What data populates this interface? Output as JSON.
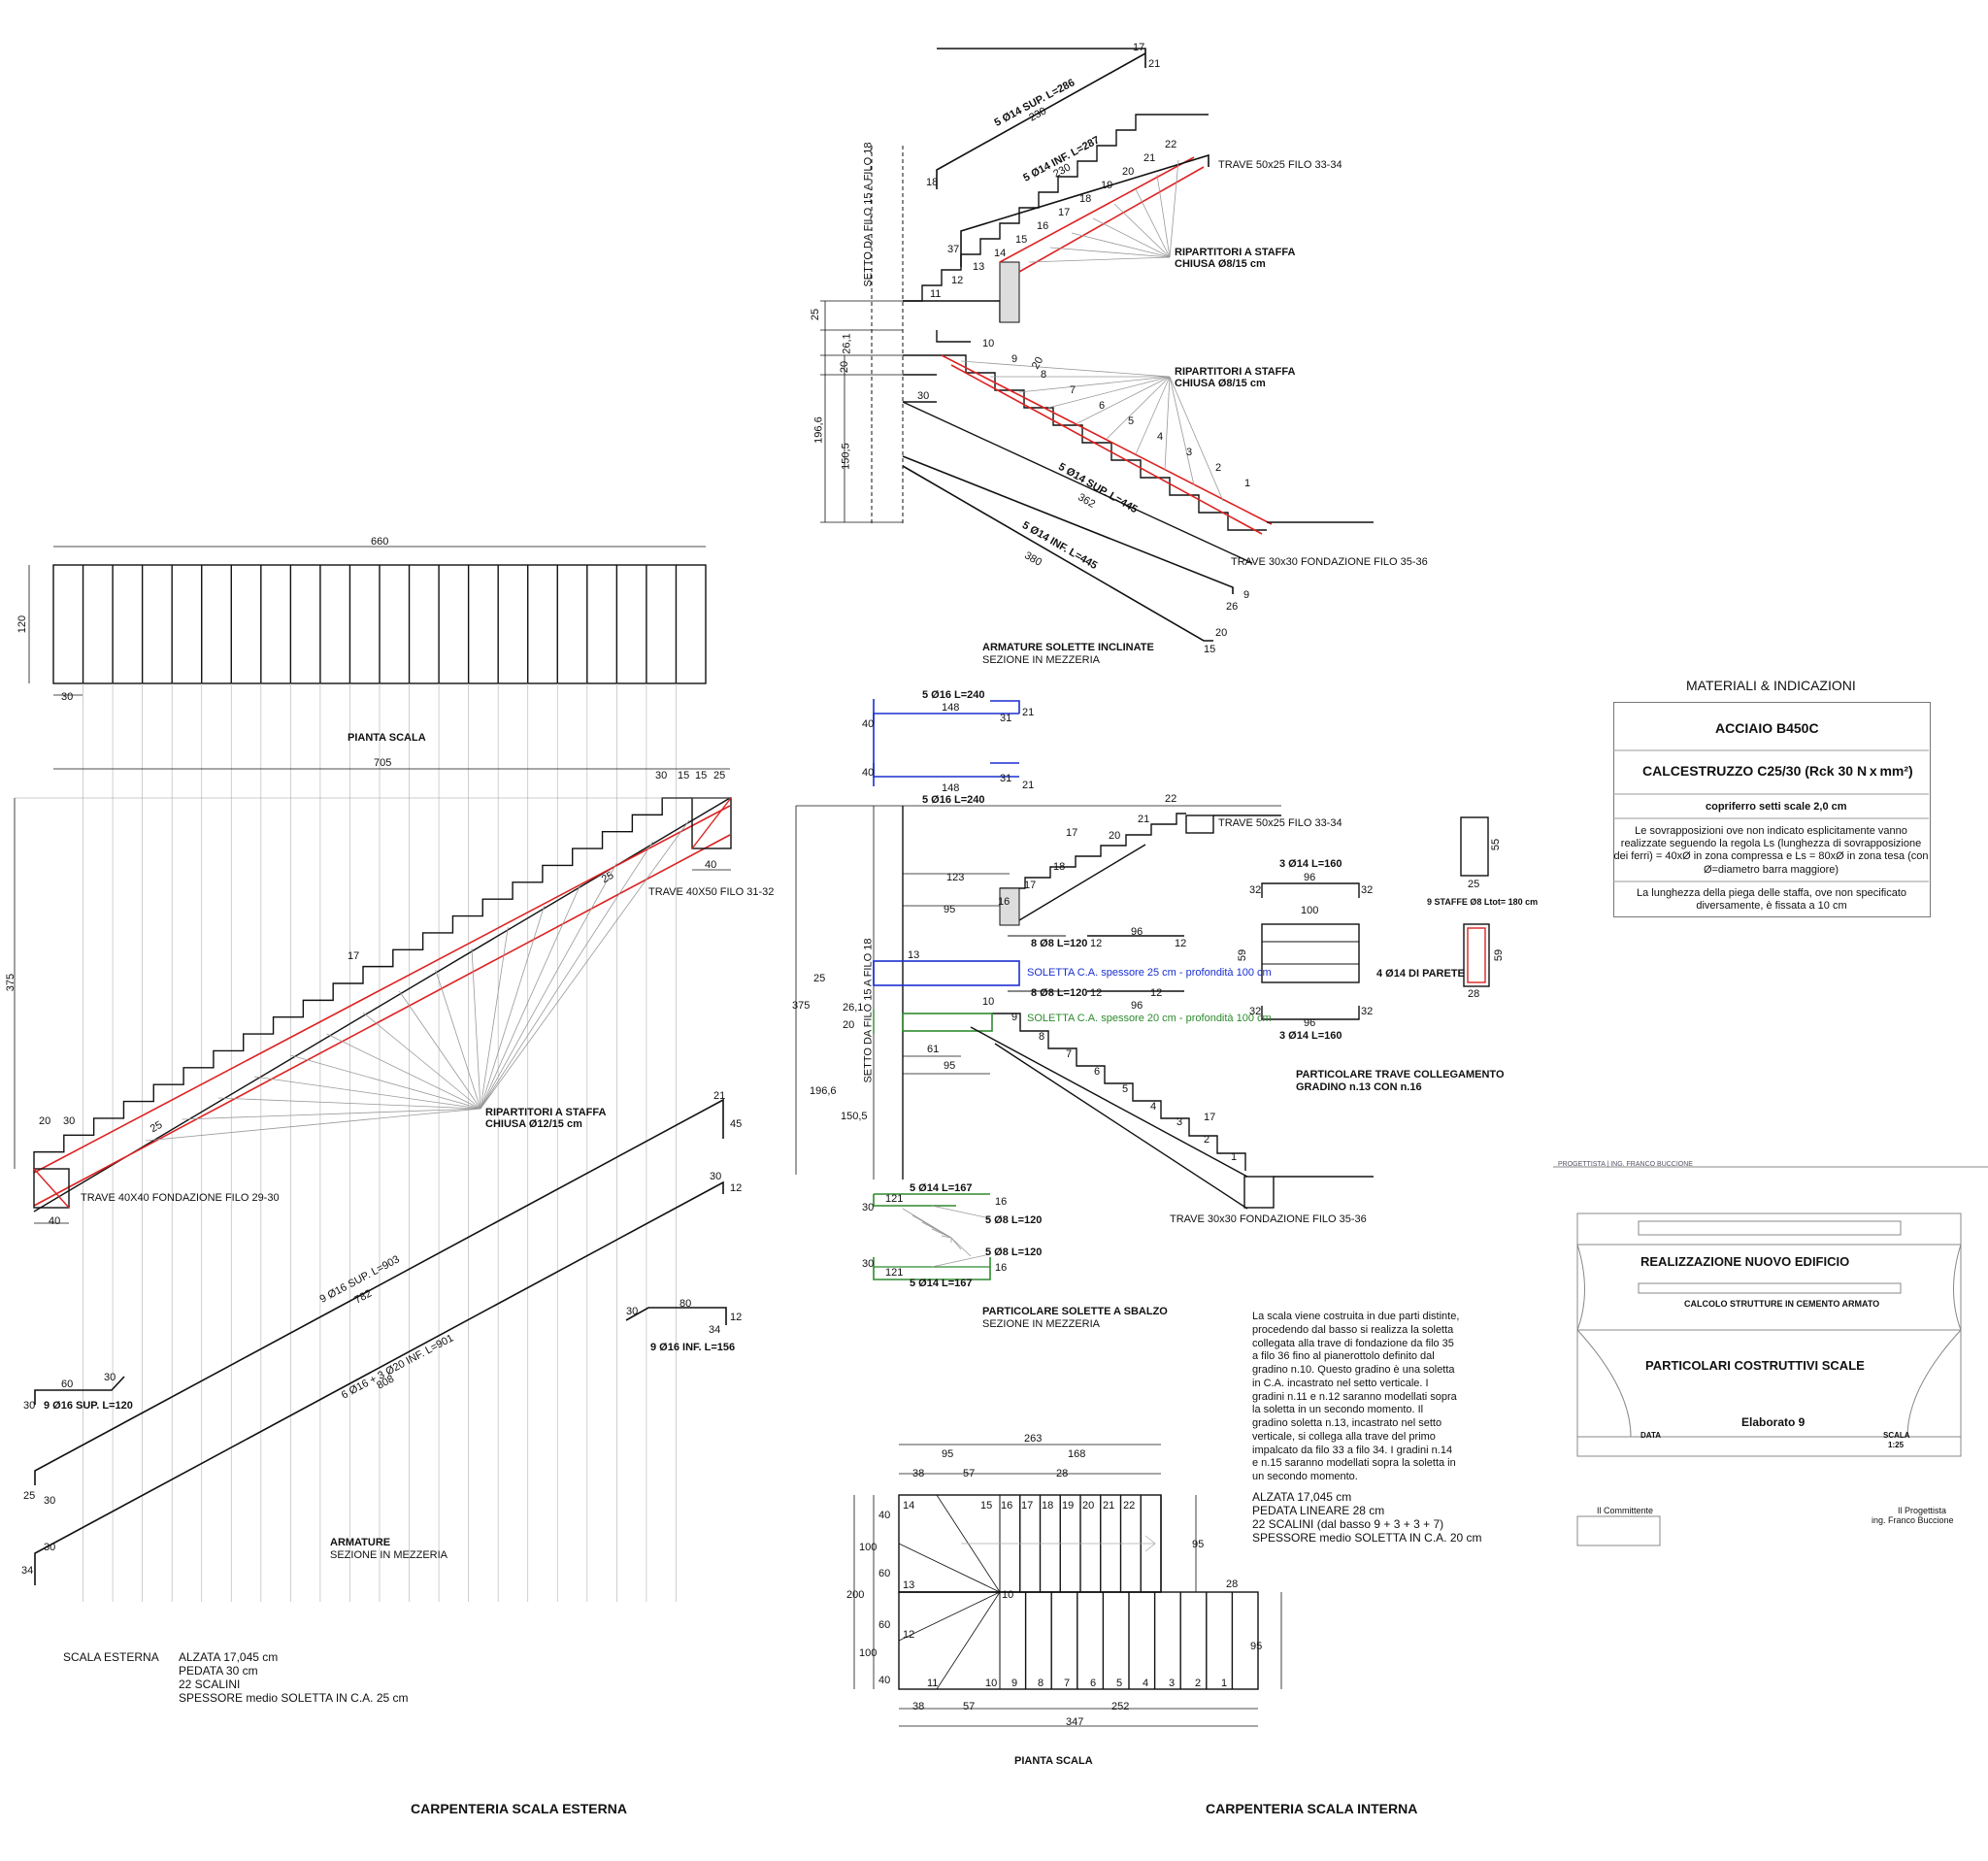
{
  "titles": {
    "carp_esterna": "CARPENTERIA SCALA ESTERNA",
    "carp_interna": "CARPENTERIA SCALA INTERNA"
  },
  "pianta_esterna": {
    "title": "PIANTA SCALA",
    "width_dim": "660",
    "depth_dim": "120",
    "tread_dim": "30"
  },
  "profile_esterna": {
    "length_dim": "705",
    "height_dim": "375",
    "top_dims": [
      "30",
      "15",
      "15",
      "25"
    ],
    "riser": "17",
    "bottom_dims": [
      "20",
      "30"
    ],
    "thick": "25",
    "base_dim": "40",
    "top_base_dim": "40",
    "trave_top": "TRAVE 40X50 FILO 31-32",
    "trave_bottom": "TRAVE 40X40 FONDAZIONE FILO 29-30",
    "ripartitori_1": "RIPARTITORI  A STAFFA",
    "ripartitori_2": "CHIUSA Ø12/15 cm"
  },
  "armature_esterna": {
    "title": "ARMATURE",
    "subtitle": "SEZIONE IN MEZZERIA",
    "bar1_label": "9 Ø16 SUP. L=903",
    "bar1_len": "782",
    "bar2_label": "6 Ø16 + 3 Ø20 INF. L=901",
    "bar2_len": "808",
    "bar3_label": "9 Ø16 SUP. L=120",
    "bar3_dims": [
      "60",
      "30",
      "30"
    ],
    "bar4_label": "9 Ø16 INF. L=156",
    "bar4_dims": [
      "30",
      "80",
      "12",
      "34"
    ],
    "end_dims": [
      "21",
      "45",
      "30",
      "12"
    ],
    "left_dims": [
      "25",
      "30",
      "30",
      "34"
    ]
  },
  "scala_esterna": {
    "label": "SCALA ESTERNA",
    "lines": [
      "ALZATA 17,045 cm",
      "PEDATA 30 cm",
      "22 SCALINI",
      "SPESSORE medio SOLETTA IN C.A. 25 cm"
    ]
  },
  "inclinate": {
    "title": "ARMATURE SOLETTE INCLINATE",
    "subtitle": "SEZIONE IN MEZZERIA",
    "setto": "SETTO DA FILO 15 A FILO 18",
    "upper_sup": "5 Ø14 SUP. L=286",
    "upper_sup_len": "230",
    "upper_inf": "5 Ø14 INF. L=287",
    "upper_inf_len": "230",
    "lower_sup": "5 Ø14 SUP. L=445",
    "lower_sup_len": "362",
    "lower_inf": "5 Ø14 INF. L=445",
    "lower_inf_len": "380",
    "trave_top": "TRAVE 50x25 FILO 33-34",
    "trave_bottom": "TRAVE 30x30 FONDAZIONE FILO 35-36",
    "rip_1": "RIPARTITORI  A STAFFA",
    "rip_2": "CHIUSA Ø8/15 cm",
    "side_dims": [
      "25",
      "26,1",
      "20",
      "196,6",
      "150,5"
    ],
    "misc_dims": [
      "17",
      "21",
      "18",
      "37",
      "30",
      "9",
      "26",
      "20",
      "15",
      "20"
    ],
    "steps_upper": [
      "22",
      "21",
      "20",
      "19",
      "18",
      "17",
      "16",
      "15",
      "14",
      "13",
      "12",
      "11"
    ],
    "steps_lower": [
      "10",
      "9",
      "8",
      "7",
      "6",
      "5",
      "4",
      "3",
      "2",
      "1"
    ]
  },
  "sbalzo": {
    "title": "PARTICOLARE SOLETTE A SBALZO",
    "subtitle": "SEZIONE IN MEZZERIA",
    "bar_a": "5 Ø16 L=240",
    "bar_a_len": "148",
    "bar_b": "5 Ø16 L=240",
    "bar_b_len": "148",
    "bar_dims": [
      "40",
      "21",
      "31"
    ],
    "soletta_25": "SOLETTA C.A. spessore 25 cm - profondità 100 cm",
    "soletta_20": "SOLETTA C.A. spessore 20 cm - profondità 100 cm",
    "ferri_1": "8 Ø8 L=120",
    "ferri_2": "8 Ø8 L=120",
    "ferri_dims": [
      "12",
      "96",
      "12"
    ],
    "g_bar1": "5 Ø14 L=167",
    "g_bar2": "5 Ø14 L=167",
    "g_bar3": "5 Ø8 L=120",
    "g_bar4": "5 Ø8 L=120",
    "g_dims": [
      "121",
      "16",
      "30"
    ],
    "dims": [
      "123",
      "95",
      "61",
      "95",
      "17",
      "20",
      "21",
      "22",
      "17",
      "18",
      "16",
      "13",
      "10",
      "9",
      "8",
      "7",
      "6",
      "5",
      "4",
      "3",
      "2",
      "1",
      "17",
      "375",
      "25",
      "26,1",
      "20",
      "196,6",
      "150,5"
    ],
    "trave_top": "TRAVE 50x25 FILO 33-34",
    "trave_bottom": "TRAVE 30x30 FONDAZIONE FILO 35-36",
    "setto": "SETTO DA FILO 15 A FILO 18"
  },
  "trave_coll": {
    "title_1": "PARTICOLARE TRAVE COLLEGAMENTO",
    "title_2": "GRADINO n.13 CON n.16",
    "bar_top": "3 Ø14 L=160",
    "bar_bot": "3 Ø14 L=160",
    "parete": "4 Ø14 DI PARETE",
    "staffe": "9 STAFFE Ø8 Ltot= 180 cm",
    "dims": [
      "96",
      "32",
      "32",
      "100",
      "59",
      "32",
      "32",
      "96",
      "55",
      "25",
      "59",
      "28"
    ]
  },
  "pianta_interna": {
    "title": "PIANTA SCALA",
    "dims_top": [
      "263",
      "95",
      "168",
      "38",
      "57",
      "28"
    ],
    "dims_bot": [
      "38",
      "57",
      "252",
      "347"
    ],
    "dims_left": [
      "40",
      "100",
      "60",
      "200",
      "60",
      "100",
      "40"
    ],
    "right_dims": [
      "95",
      "28",
      "95"
    ],
    "upper_steps": [
      "14",
      "15",
      "16",
      "17",
      "18",
      "19",
      "20",
      "21",
      "22"
    ],
    "lower_steps": [
      "11",
      "10",
      "9",
      "8",
      "7",
      "6",
      "5",
      "4",
      "3",
      "2",
      "1"
    ],
    "mid_steps": [
      "13",
      "12",
      "10"
    ]
  },
  "descr": {
    "text": "La scala viene costruita in due parti distinte, procedendo dal basso si realizza la soletta collegata alla trave di fondazione da filo 35 a filo 36 fino al pianerottolo definito dal gradino n.10. Questo gradino è una soletta in C.A. incastrato nel setto verticale. I gradini n.11 e n.12 saranno modellati sopra la soletta in un secondo momento. Il gradino soletta n.13, incastrato nel setto verticale, si collega alla trave del primo impalcato da filo 33 a filo 34. I gradini n.14 e n.15 saranno modellati sopra la soletta in un secondo momento.",
    "lines": [
      "ALZATA 17,045 cm",
      "PEDATA LINEARE 28 cm",
      "22 SCALINI (dal basso 9 + 3 + 3 + 7)",
      "SPESSORE medio SOLETTA IN C.A. 20 cm"
    ]
  },
  "materiali": {
    "heading": "MATERIALI & INDICAZIONI",
    "acciaio": "ACCIAIO  B450C",
    "cls": "CALCESTRUZZO C25/30 (Rck 30 N",
    "cls_tail": "mm²)",
    "copriferro": "copriferro setti scale 2,0 cm",
    "note1": "Le sovrapposizioni ove non indicato esplicitamente vanno realizzate seguendo la regola Ls (lunghezza di sovrapposizione dei ferri) = 40xØ in zona compressa e Ls = 80xØ in zona tesa (con Ø=diametro barra maggiore)",
    "note2": "La lunghezza della piega delle staffa, ove non specificato diversamente, è fissata a 10 cm"
  },
  "cartiglio": {
    "progettista_bar": "PROGETTISTA  |  ING. FRANCO BUCCIONE",
    "project": "REALIZZAZIONE NUOVO EDIFICIO",
    "calc": "CALCOLO STRUTTURE IN CEMENTO ARMATO",
    "content": "PARTICOLARI COSTRUTTIVI SCALE",
    "elaborato": "Elaborato  9",
    "data": "DATA",
    "scala": "SCALA",
    "scala_val": "1:25",
    "committente": "Il Committente",
    "progettista_1": "Il Progettista",
    "progettista_2": "ing. Franco Buccione"
  }
}
